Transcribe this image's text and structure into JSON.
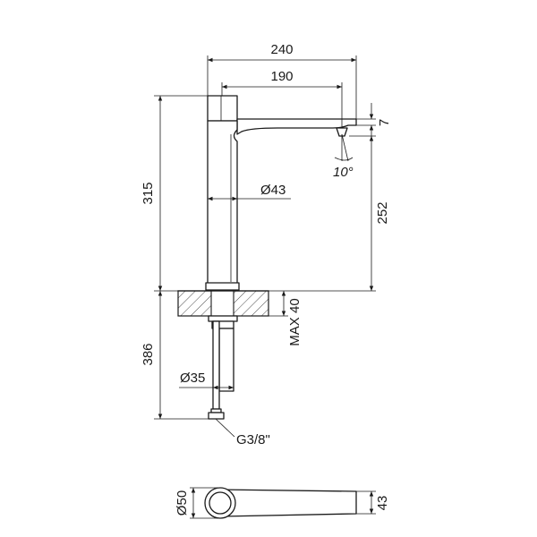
{
  "drawing": {
    "dims": {
      "width_total": "240",
      "spout_reach": "190",
      "spout_height": "7",
      "spout_angle": "10°",
      "body_diameter": "Ø43",
      "total_height": "315",
      "outlet_height": "252",
      "max_deck": "MAX 40",
      "below_deck": "386",
      "shank_diameter": "Ø35",
      "connection": "G3/8\"",
      "base_diameter": "Ø50",
      "base_height": "43"
    }
  }
}
